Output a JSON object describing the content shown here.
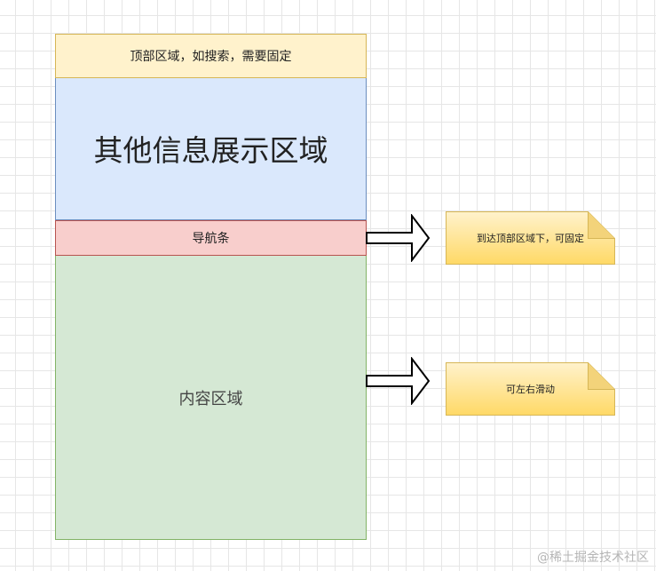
{
  "diagram": {
    "top_area_label": "顶部区域，如搜索，需要固定",
    "info_area_label": "其他信息展示区域",
    "nav_bar_label": "导航条",
    "content_area_label": "内容区域",
    "note_1_label": "到达顶部区域下，可固定",
    "note_2_label": "可左右滑动"
  },
  "watermark": "@稀土掘金技术社区",
  "colors": {
    "top_fill": "#fff2cc",
    "top_stroke": "#d6b656",
    "info_fill": "#dae8fc",
    "info_stroke": "#6c8ebf",
    "nav_fill": "#f8cecc",
    "nav_stroke": "#b85450",
    "content_fill": "#d5e8d4",
    "content_stroke": "#82b366",
    "note_fill": "#ffd966",
    "note_stroke": "#d6b656"
  }
}
